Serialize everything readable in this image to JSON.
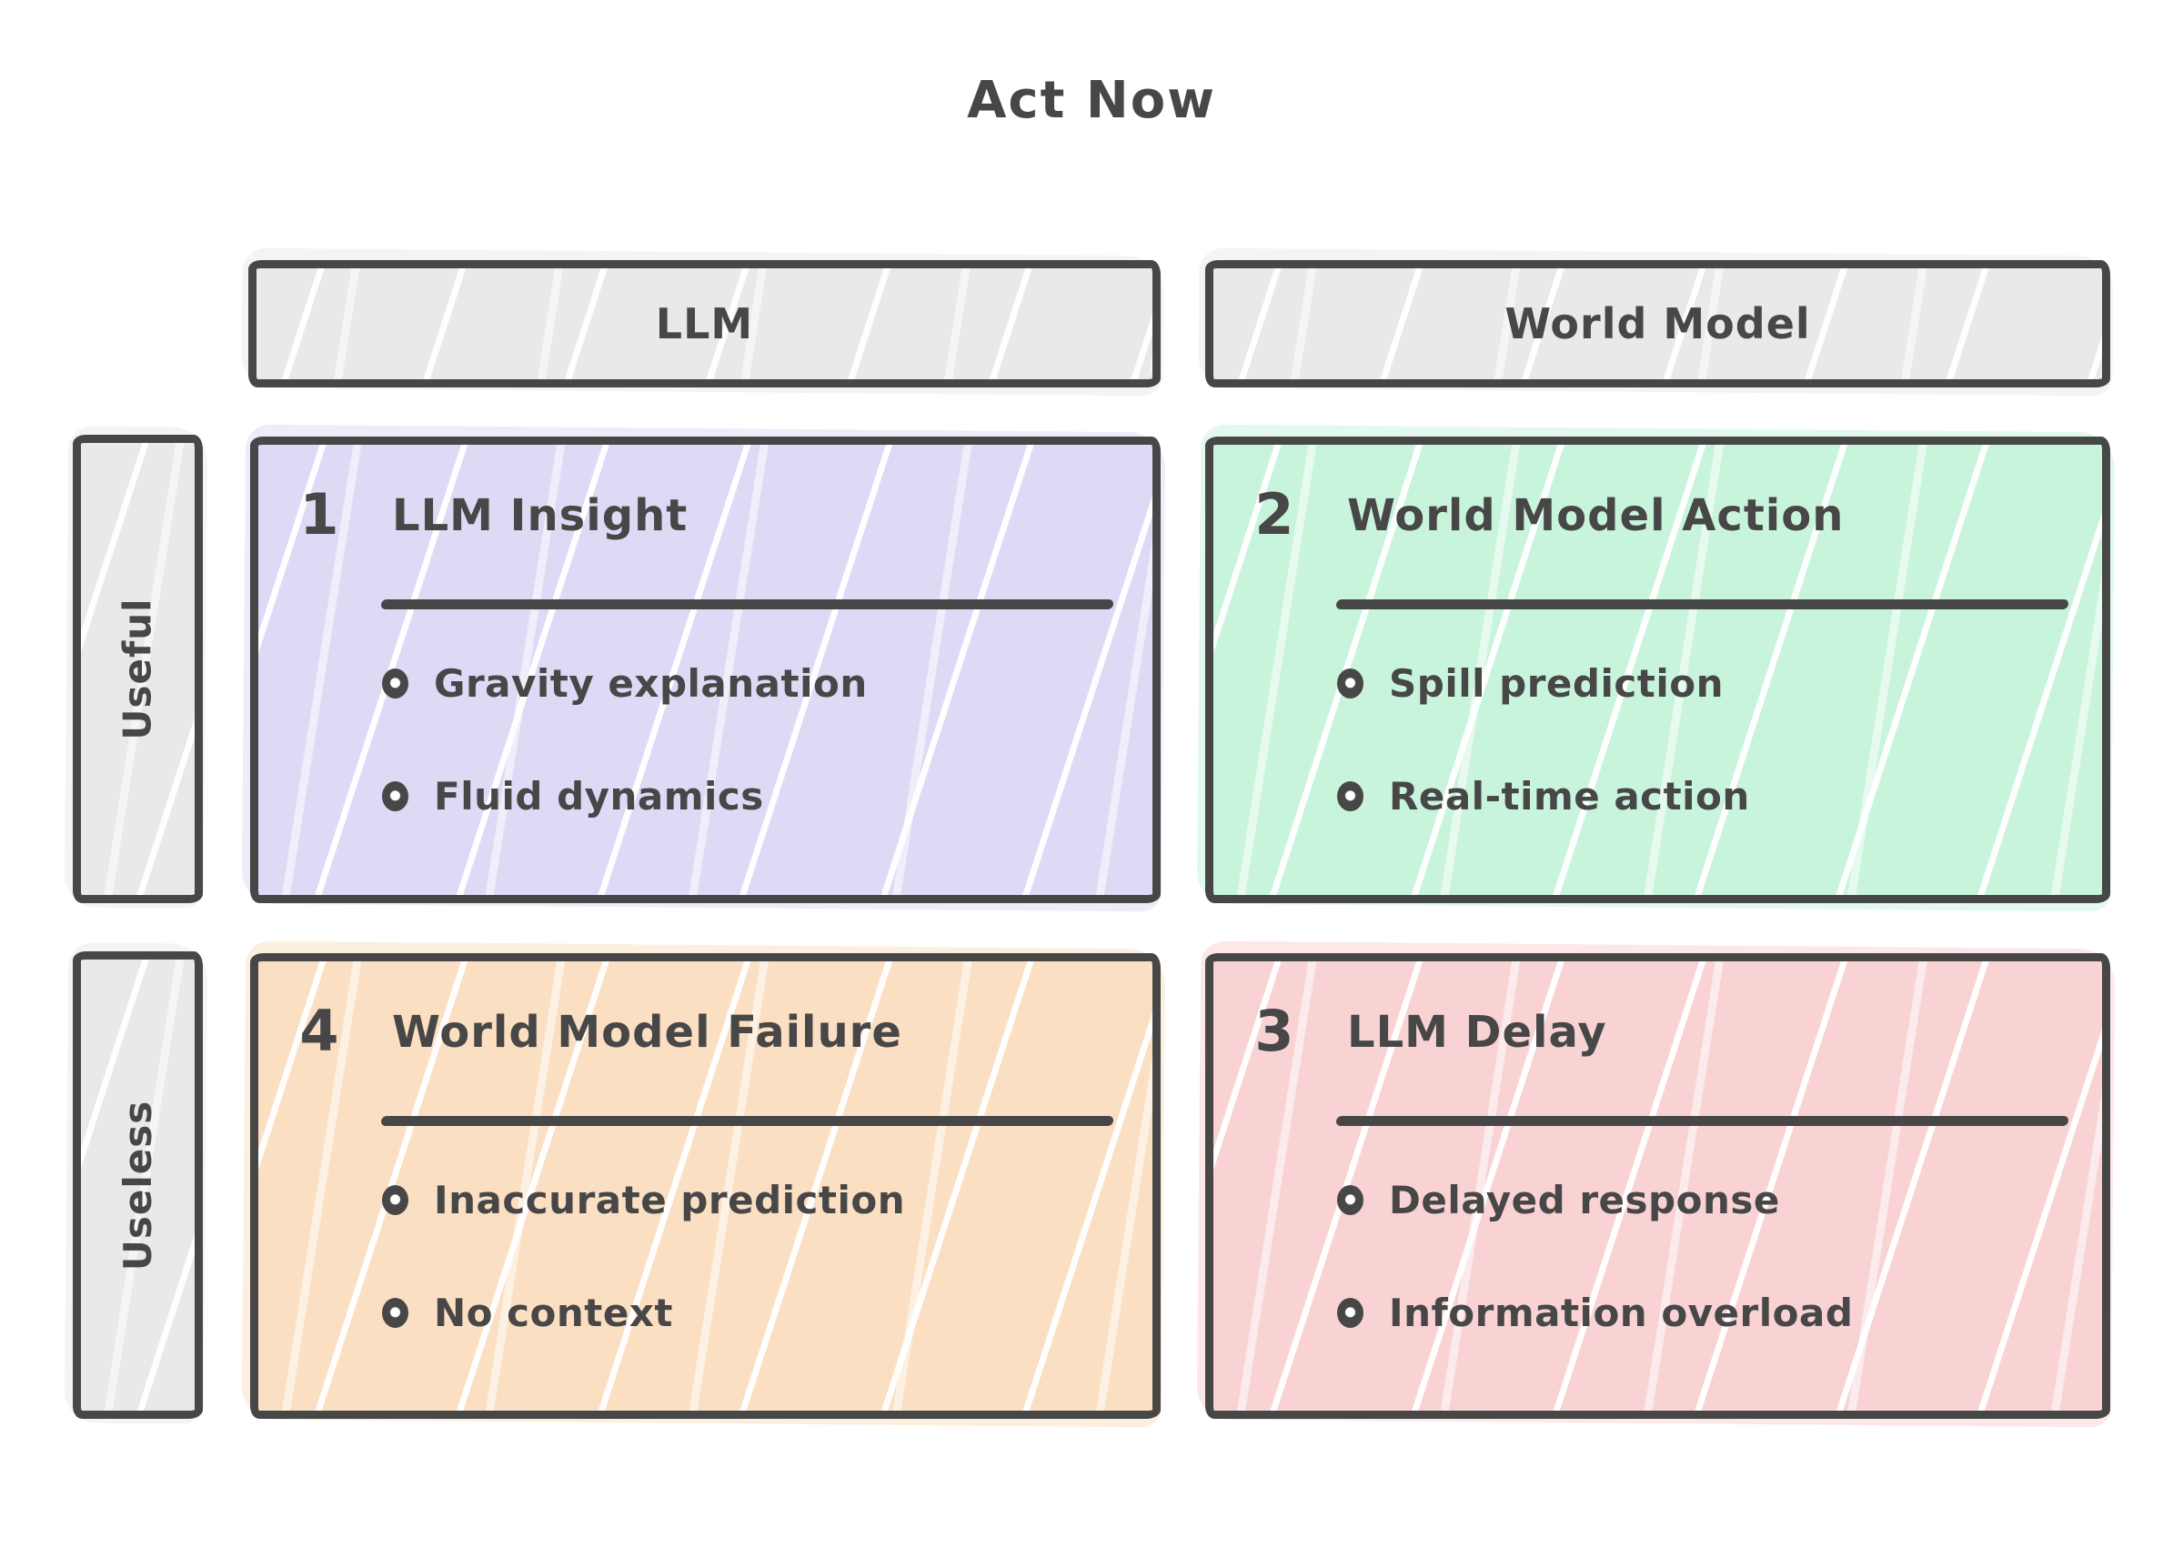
{
  "title": "Act Now",
  "colors": {
    "ink": "#474747",
    "header": "#e9e9e9",
    "q1": "#ded9f4",
    "q2": "#c9f4dc",
    "q3": "#f9d2d4",
    "q4": "#fbdfc2"
  },
  "columns": [
    {
      "label": "LLM"
    },
    {
      "label": "World Model"
    }
  ],
  "rows": [
    {
      "label": "Useful"
    },
    {
      "label": "Useless"
    }
  ],
  "quadrants": [
    {
      "number": "1",
      "title": "LLM Insight",
      "bullets": [
        "Gravity explanation",
        "Fluid dynamics"
      ]
    },
    {
      "number": "2",
      "title": "World Model Action",
      "bullets": [
        "Spill prediction",
        "Real-time action"
      ]
    },
    {
      "number": "3",
      "title": "LLM Delay",
      "bullets": [
        "Delayed response",
        "Information overload"
      ]
    },
    {
      "number": "4",
      "title": "World Model Failure",
      "bullets": [
        "Inaccurate prediction",
        "No context"
      ]
    }
  ]
}
